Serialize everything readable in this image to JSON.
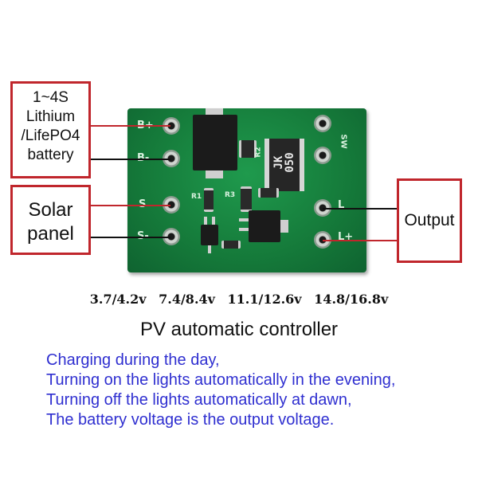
{
  "battery_label": [
    "1~4S",
    "Lithium",
    "/LifePO4",
    "battery"
  ],
  "solar_label": [
    "Solar",
    "panel"
  ],
  "output_label": "Output",
  "board": {
    "pins_left": [
      "B+",
      "B-",
      "S",
      "S-"
    ],
    "pins_right": [
      "SW",
      "L",
      "L+"
    ],
    "component_labels": [
      "R2",
      "R1",
      "R3"
    ],
    "inductor_marking": [
      "JK",
      "050"
    ]
  },
  "voltages": [
    "3.7/4.2v",
    "7.4/8.4v",
    "11.1/12.6v",
    "14.8/16.8v"
  ],
  "title": "PV automatic controller",
  "description": [
    "Charging during the day,",
    "Turning on the lights automatically in the evening,",
    "Turning off the lights automatically at dawn,",
    "The battery voltage is the output voltage."
  ],
  "colors": {
    "label_border": "#c0262c",
    "pcb": "#157a3a",
    "description_text": "#2f2fd0"
  }
}
